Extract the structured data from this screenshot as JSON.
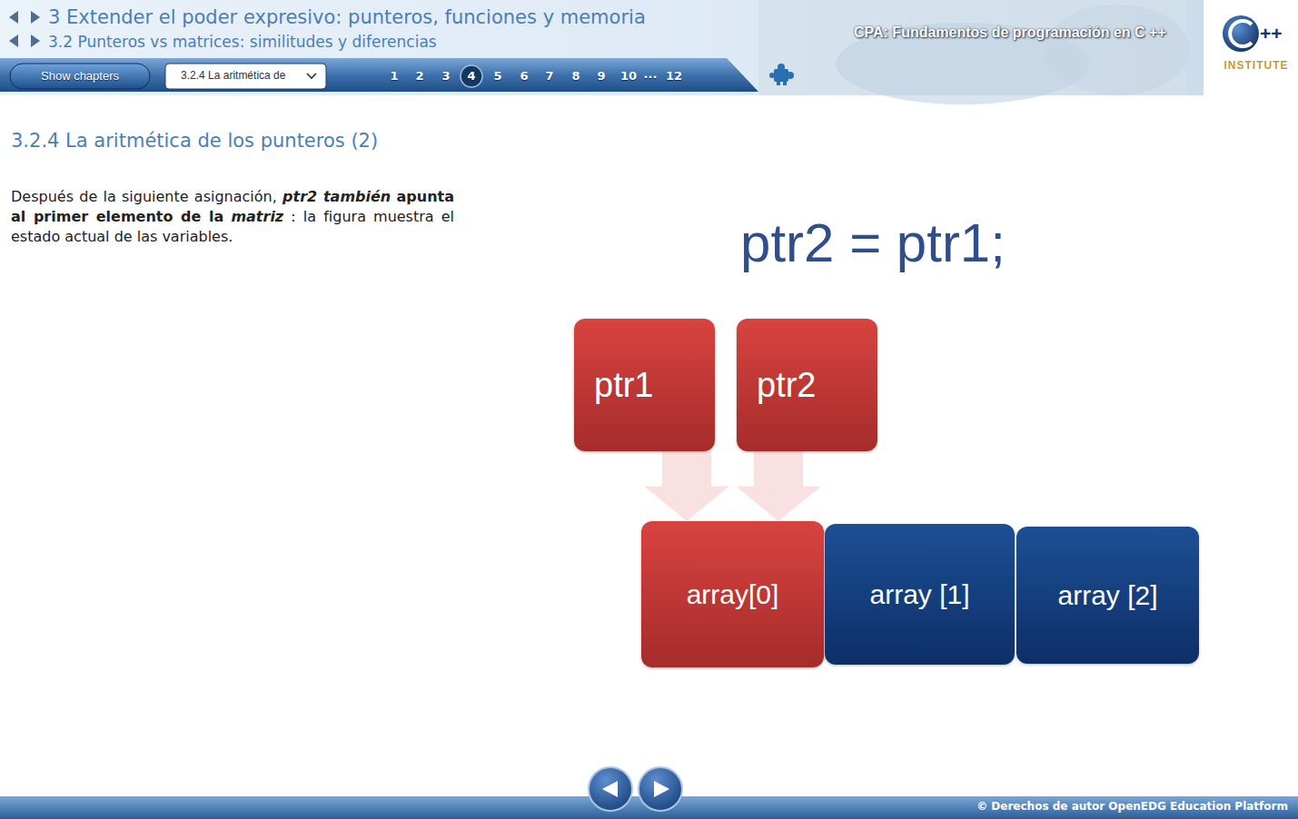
{
  "diagram": {
    "title": "3.2.4 La aritmética de los punteros (2)",
    "nodes": [
      {
        "text": [
          "ptr1"
        ]
      },
      {
        "text": [
          "ptr2"
        ]
      },
      {
        "text": [
          "array[0]"
        ]
      },
      {
        "text": [
          "array [1]"
        ]
      },
      {
        "text": [
          "array [2]"
        ]
      }
    ],
    "edges": [
      {
        "from": 0,
        "to": 2,
        "arrow": "to"
      },
      {
        "from": 1,
        "to": 2,
        "arrow": "to"
      }
    ],
    "labels": [
      "3 Extender el poder expresivo: punteros, funciones y memoria",
      "3.2 Punteros vs matrices: similitudes y diferencias",
      "Show chapters",
      "3.2.4 La aritmética de",
      "1",
      "2",
      "3",
      "4",
      "5",
      "6",
      "7",
      "8",
      "9",
      "10",
      "...",
      "12",
      "CPA: Fundamentos de programación en C ++",
      "++",
      "INSTITUTE",
      "Después de la siguiente asignación,",
      "ptr2 también",
      "apunta al primer elemento de la",
      "matriz",
      ": la figura muestra el estado actual de las variables.",
      "ptr2 = ptr1;",
      "© Derechos de autor OpenEDG Education Platform"
    ]
  }
}
